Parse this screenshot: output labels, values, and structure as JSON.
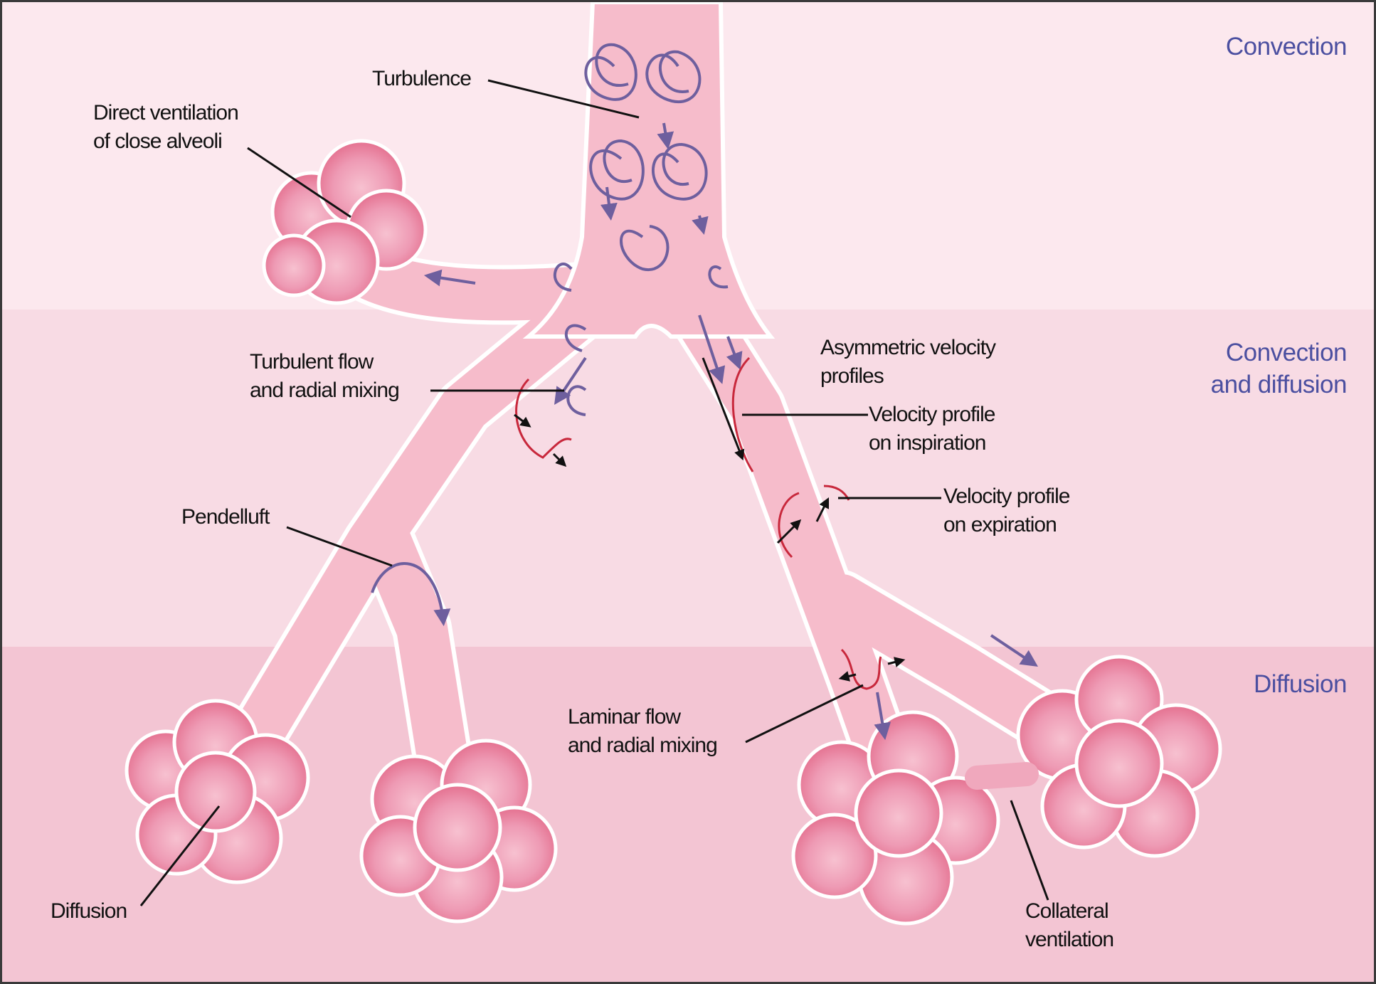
{
  "zones": [
    {
      "id": "convection",
      "lines": [
        "Convection"
      ],
      "color": "#fce8ee"
    },
    {
      "id": "convection-diffusion",
      "lines": [
        "Convection",
        "and diffusion"
      ],
      "color": "#f8dbe4"
    },
    {
      "id": "diffusion",
      "lines": [
        "Diffusion"
      ],
      "color": "#f3c5d3"
    }
  ],
  "callouts": {
    "turbulence": [
      "Turbulence"
    ],
    "direct_ventilation": [
      "Direct ventilation",
      "of close alveoli"
    ],
    "turbulent_flow": [
      "Turbulent flow",
      "and radial mixing"
    ],
    "asymmetric": [
      "Asymmetric velocity",
      "profiles"
    ],
    "velocity_inspiration": [
      "Velocity profile",
      "on inspiration"
    ],
    "velocity_expiration": [
      "Velocity profile",
      "on expiration"
    ],
    "pendelluft": [
      "Pendelluft"
    ],
    "laminar_flow": [
      "Laminar flow",
      "and radial mixing"
    ],
    "diffusion": [
      "Diffusion"
    ],
    "collateral": [
      "Collateral",
      "ventilation"
    ]
  },
  "colors": {
    "airway": "#f6bccb",
    "airway_edge": "#ffffff",
    "alveolus": "#ef9db6",
    "alveolus_core": "#e4708f",
    "flow_arrow": "#6e5f9e",
    "profile_line": "#c8283c",
    "leader_line": "#111111",
    "zone_text": "#4b4fa0"
  }
}
